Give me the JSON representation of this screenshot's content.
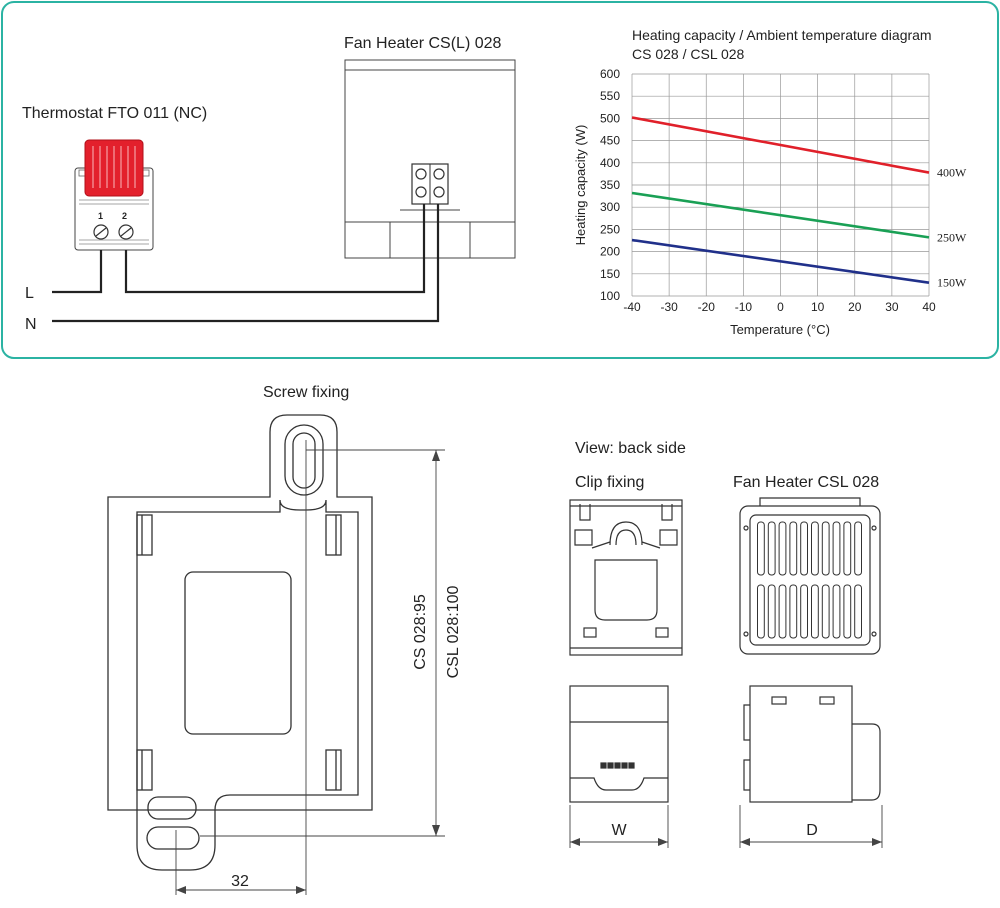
{
  "wiring": {
    "thermostat_label": "Thermostat FTO 011 (NC)",
    "heater_label": "Fan Heater CS(L) 028",
    "terminal_1": "1",
    "terminal_2": "2",
    "line_L": "L",
    "line_N": "N"
  },
  "chart_data": {
    "type": "line",
    "title": "Heating capacity / Ambient temperature diagram",
    "subtitle": "CS 028 / CSL 028",
    "xlabel": "Temperature (°C)",
    "ylabel": "Heating capacity (W)",
    "xlim": [
      -40,
      40
    ],
    "ylim": [
      100,
      600
    ],
    "x_ticks": [
      -40,
      -30,
      -20,
      -10,
      0,
      10,
      20,
      30,
      40
    ],
    "y_ticks": [
      100,
      150,
      200,
      250,
      300,
      350,
      400,
      450,
      500,
      550,
      600
    ],
    "grid": true,
    "series": [
      {
        "name": "400W",
        "color": "#e0202a",
        "x": [
          -40,
          40
        ],
        "y": [
          502,
          378
        ]
      },
      {
        "name": "250W",
        "color": "#1aa055",
        "x": [
          -40,
          40
        ],
        "y": [
          332,
          232
        ]
      },
      {
        "name": "150W",
        "color": "#20308a",
        "x": [
          -40,
          40
        ],
        "y": [
          226,
          130
        ]
      }
    ]
  },
  "mounting": {
    "screw_fixing_label": "Screw fixing",
    "dim_cs": "CS 028:95",
    "dim_csl": "CSL 028:100",
    "dim_32": "32"
  },
  "back_views": {
    "view_label": "View: back side",
    "clip_label": "Clip fixing",
    "csl_label": "Fan Heater CSL 028",
    "dim_w": "W",
    "dim_d": "D"
  },
  "colors": {
    "frame": "#2bb3a3",
    "thermostat_red": "#e3202c",
    "line": "#222222"
  }
}
